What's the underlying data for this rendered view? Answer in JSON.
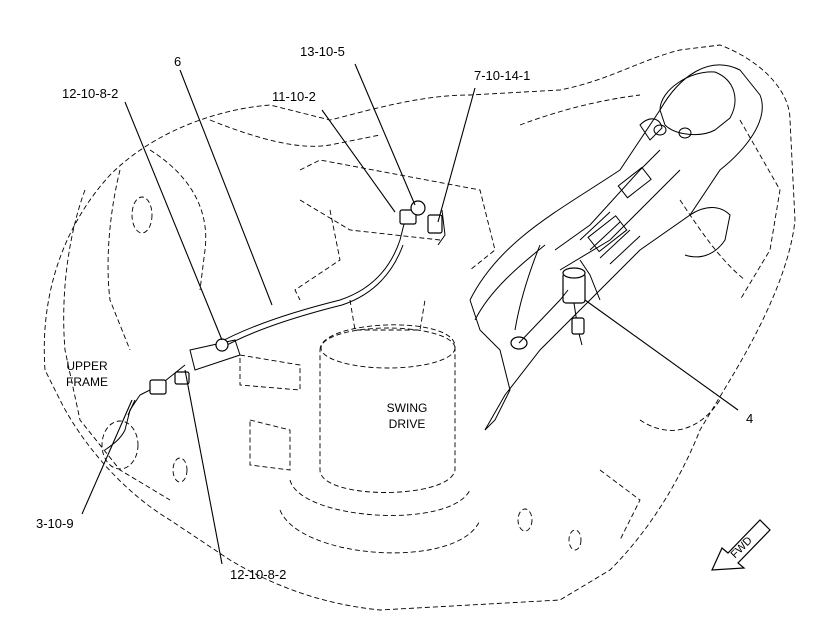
{
  "callouts": {
    "c6": "6",
    "c12_10_8_2_top": "12-10-8-2",
    "c13_10_5": "13-10-5",
    "c11_10_2": "11-10-2",
    "c7_10_14_1": "7-10-14-1",
    "c4": "4",
    "c3_10_9": "3-10-9",
    "c12_10_8_2_bottom": "12-10-8-2"
  },
  "areas": {
    "upper_frame_line1": "UPPER",
    "upper_frame_line2": "FRAME",
    "swing_drive_line1": "SWING",
    "swing_drive_line2": "DRIVE"
  },
  "fwd_arrow": "FWD"
}
